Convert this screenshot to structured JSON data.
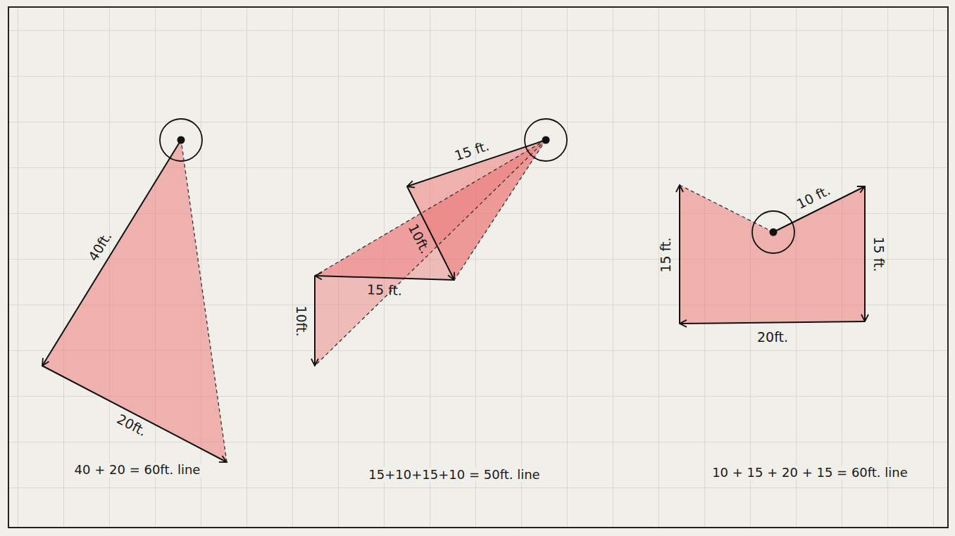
{
  "diagram": {
    "labels": [
      "40ft.",
      "20ft.",
      "40 + 20 = 60ft. line",
      "15 ft.",
      "10ft.",
      "15 ft.",
      "10ft.",
      "15+10+15+10 = 50ft. line",
      "10 ft.",
      "15 ft.",
      "20ft.",
      "15 ft.",
      "10 + 15 + 20 + 15 = 60ft. line"
    ]
  }
}
